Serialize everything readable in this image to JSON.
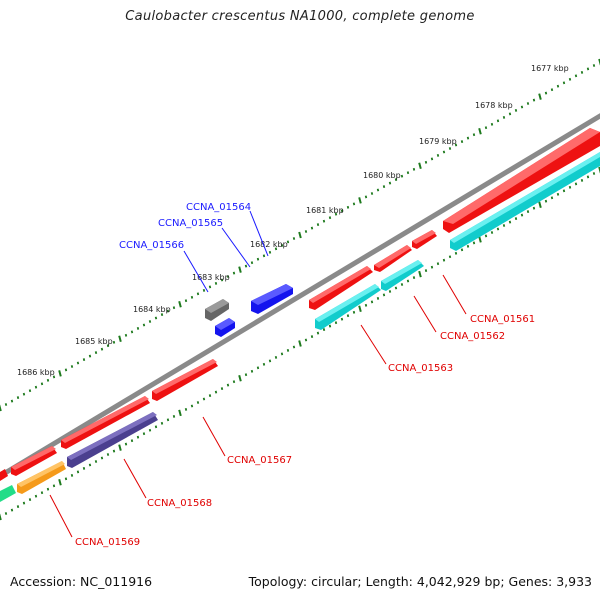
{
  "title": "Caulobacter crescentus NA1000, complete genome",
  "accession": "Accession: NC_011916",
  "summary": "Topology: circular; Length: 4,042,929 bp; Genes: 3,933",
  "ticks": [
    "1677 kbp",
    "1678 kbp",
    "1679 kbp",
    "1680 kbp",
    "1681 kbp",
    "1682 kbp",
    "1683 kbp",
    "1684 kbp",
    "1685 kbp",
    "1686 kbp"
  ],
  "gene_labels": [
    {
      "id": "CCNA_01564",
      "color": "#1a1aff"
    },
    {
      "id": "CCNA_01565",
      "color": "#1a1aff"
    },
    {
      "id": "CCNA_01566",
      "color": "#1a1aff"
    },
    {
      "id": "CCNA_01561",
      "color": "#e00000"
    },
    {
      "id": "CCNA_01562",
      "color": "#e00000"
    },
    {
      "id": "CCNA_01563",
      "color": "#e00000"
    },
    {
      "id": "CCNA_01567",
      "color": "#e00000"
    },
    {
      "id": "CCNA_01568",
      "color": "#e00000"
    },
    {
      "id": "CCNA_01569",
      "color": "#e00000"
    }
  ],
  "colors": {
    "backbone": "#8a8a8a",
    "tick": "#1e7a1e",
    "cds_red": "#ee1111",
    "cds_cyan": "#11cccc",
    "cds_blue": "#1414ee",
    "cds_gray": "#666666",
    "cds_purple": "#4b3f8f",
    "cds_orange": "#f59a1a",
    "cds_green": "#22dd88"
  }
}
